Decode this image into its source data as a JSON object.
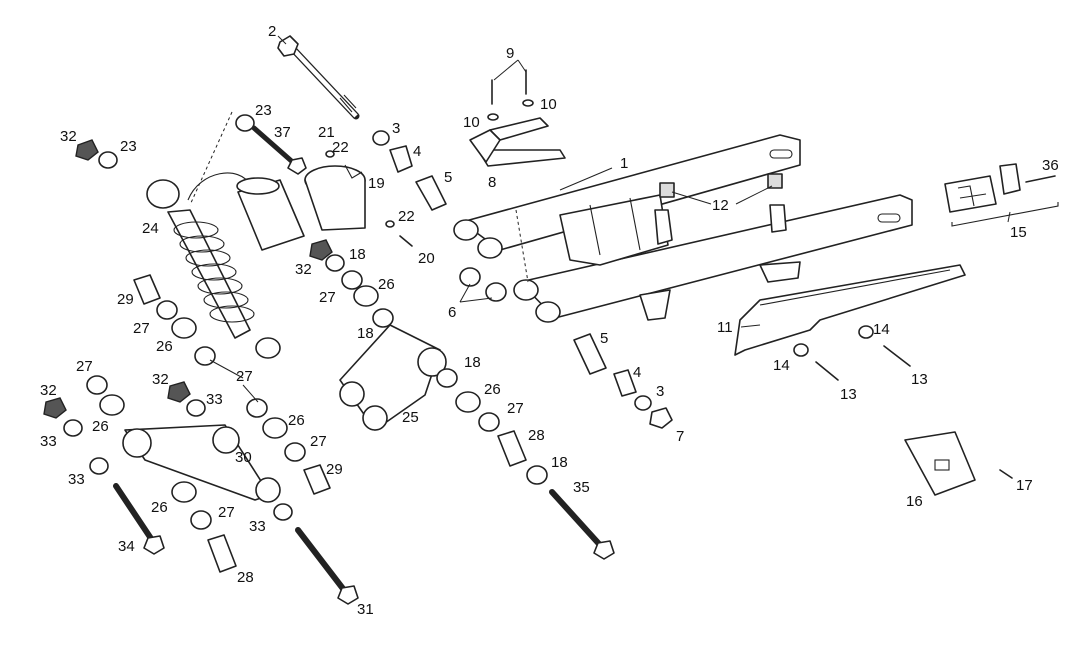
{
  "diagram": {
    "type": "exploded-parts-diagram",
    "subject": "rear swingarm and suspension linkage",
    "callouts": [
      "1",
      "2",
      "3",
      "4",
      "5",
      "6",
      "7",
      "8",
      "9",
      "10",
      "11",
      "12",
      "13",
      "14",
      "15",
      "16",
      "17",
      "18",
      "19",
      "20",
      "21",
      "22",
      "23",
      "24",
      "25",
      "26",
      "27",
      "28",
      "29",
      "30",
      "31",
      "32",
      "33",
      "34",
      "35",
      "36",
      "37"
    ]
  },
  "colors": {
    "line": "#222222",
    "background": "#ffffff",
    "shade": "#dcdcdc"
  }
}
